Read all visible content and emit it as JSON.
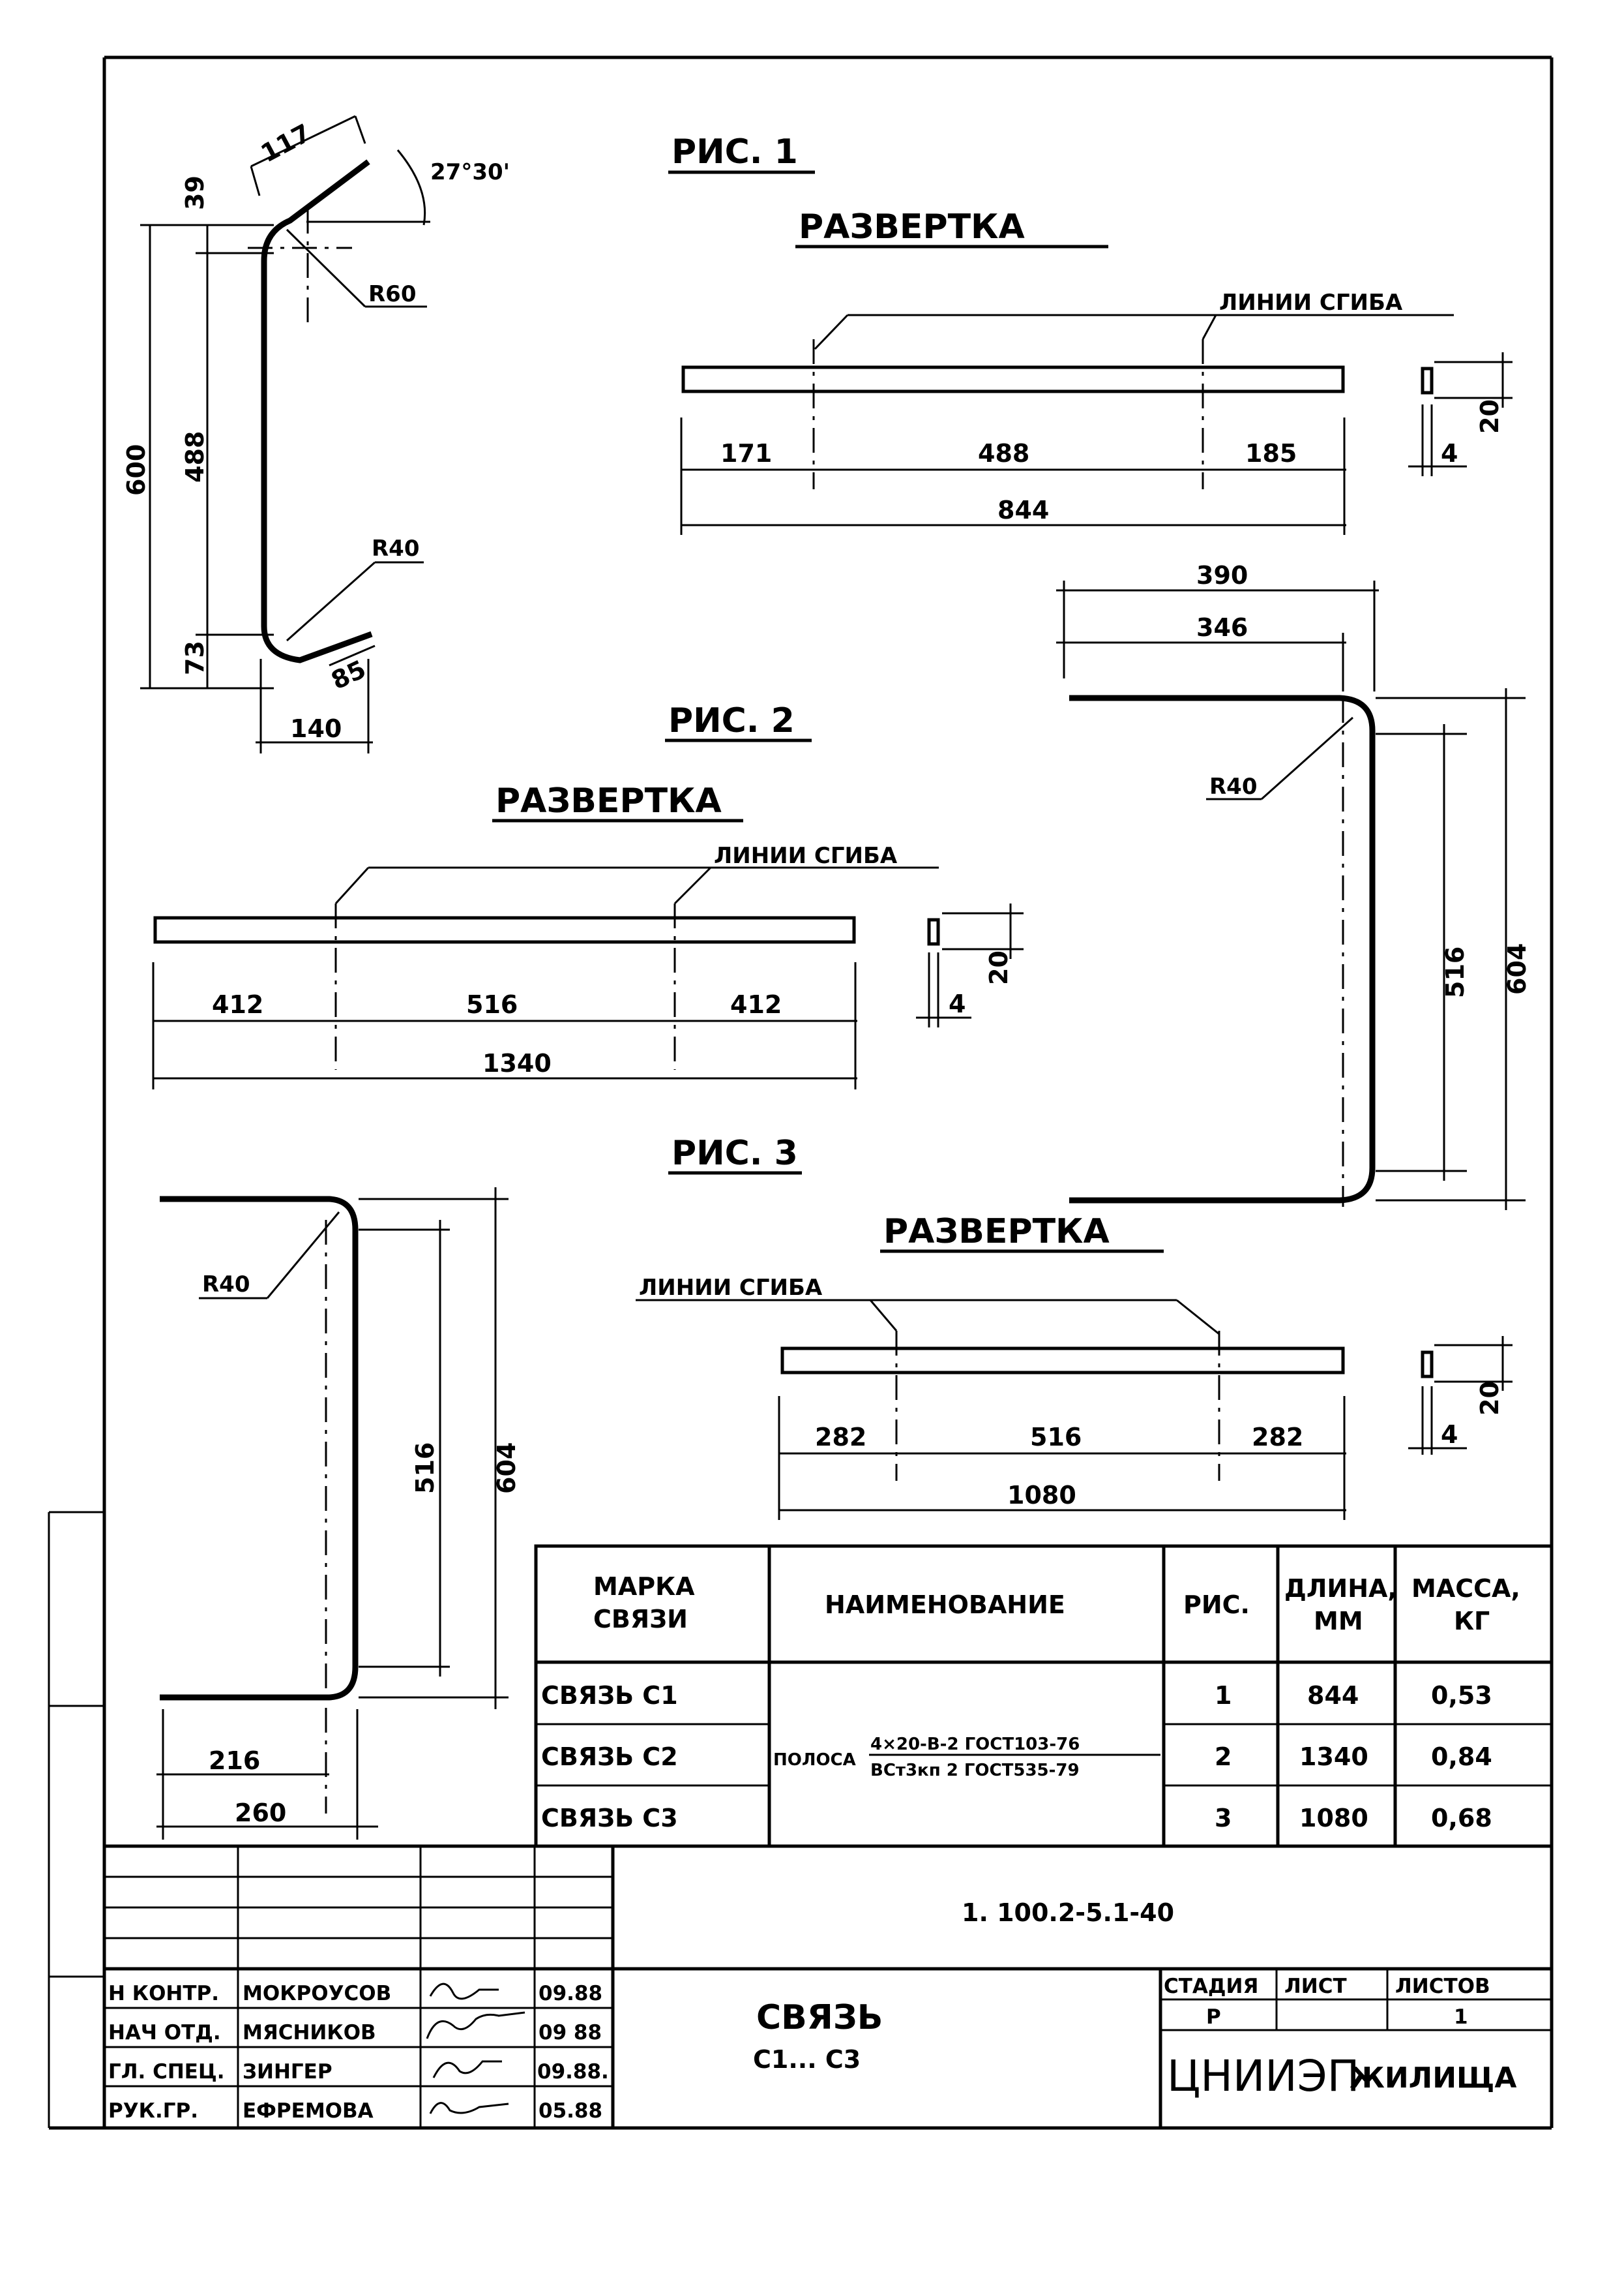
{
  "figures": {
    "fig1": {
      "title": "РИС. 1",
      "unfold_title": "РАЗВЕРТКА",
      "bend_lines": "ЛИНИИ СГИБА",
      "dims": {
        "top": "117",
        "angle": "27°30'",
        "d39": "39",
        "d600": "600",
        "d488": "488",
        "d73": "73",
        "r60": "R60",
        "r40": "R40",
        "d85": "85",
        "d140": "140"
      },
      "unfold": {
        "a": "171",
        "b": "488",
        "c": "185",
        "total": "844",
        "w": "20",
        "t": "4"
      }
    },
    "fig2": {
      "title": "РИС. 2",
      "unfold_title": "РАЗВЕРТКА",
      "bend_lines": "ЛИНИИ СГИБА",
      "dims": {
        "d390": "390",
        "d346": "346",
        "r40": "R40",
        "d516": "516",
        "d604": "604"
      },
      "unfold": {
        "a": "412",
        "b": "516",
        "c": "412",
        "total": "1340",
        "w": "20",
        "t": "4"
      }
    },
    "fig3": {
      "title": "РИС. 3",
      "unfold_title": "РАЗВЕРТКА",
      "bend_lines": "ЛИНИИ СГИБА",
      "dims": {
        "r40": "R40",
        "d516": "516",
        "d604": "604",
        "d216": "216",
        "d260": "260"
      },
      "unfold": {
        "a": "282",
        "b": "516",
        "c": "282",
        "total": "1080",
        "w": "20",
        "t": "4"
      }
    }
  },
  "spec_table": {
    "headers": {
      "mark_1": "МАРКА",
      "mark_2": "СВЯЗИ",
      "name": "НАИМЕНОВАНИЕ",
      "fig": "РИС.",
      "len_1": "ДЛИНА,",
      "len_2": "ММ",
      "mass_1": "МАССА,",
      "mass_2": "КГ"
    },
    "material": {
      "prefix": "ПОЛОСА",
      "top": "4×20-В-2  ГОСТ103-76",
      "bottom": "ВСт3кп 2  ГОСТ535-79"
    },
    "rows": [
      {
        "mark": "СВЯЗЬ С1",
        "fig": "1",
        "length": "844",
        "mass": "0,53"
      },
      {
        "mark": "СВЯЗЬ С2",
        "fig": "2",
        "length": "1340",
        "mass": "0,84"
      },
      {
        "mark": "СВЯЗЬ С3",
        "fig": "3",
        "length": "1080",
        "mass": "0,68"
      }
    ]
  },
  "title_block": {
    "doc_code": "1. 100.2-5.1-40",
    "title_1": "СВЯЗЬ",
    "title_2": "С1... С3",
    "stage_label": "СТАДИЯ",
    "sheet_label": "ЛИСТ",
    "sheets_label": "ЛИСТОВ",
    "stage": "Р",
    "sheet": "",
    "sheets": "1",
    "org_1": "ЦНИИЭП",
    "org_2": "ЖИЛИЩА",
    "signatures": [
      {
        "role": "Н КОНТР.",
        "name": "МОКРОУСОВ",
        "date": "09.88"
      },
      {
        "role": "НАЧ ОТД.",
        "name": "МЯСНИКОВ",
        "date": "09 88"
      },
      {
        "role": "ГЛ. СПЕЦ.",
        "name": "ЗИНГЕР",
        "date": "09.88."
      },
      {
        "role": "РУК.ГР.",
        "name": "ЕФРЕМОВА",
        "date": "05.88"
      }
    ]
  }
}
